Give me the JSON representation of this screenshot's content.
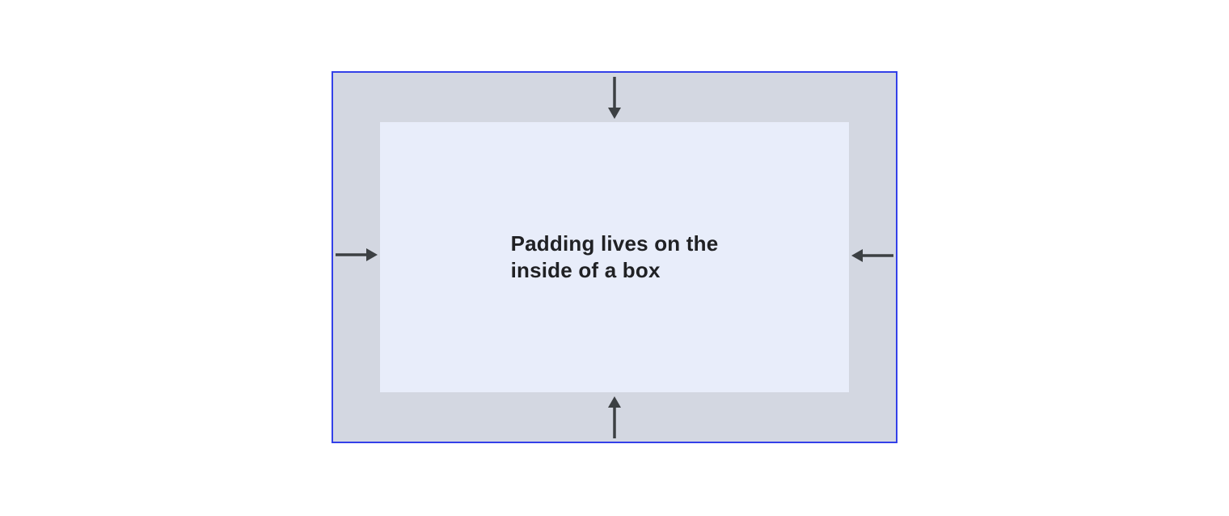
{
  "diagram": {
    "caption_line1": "Padding lives on the",
    "caption_line2": "inside of a box",
    "caption_full": "Padding lives on the inside of a box"
  },
  "icons": {
    "top": "arrow-down-icon",
    "bottom": "arrow-up-icon",
    "left": "arrow-right-icon",
    "right": "arrow-left-icon"
  },
  "colors": {
    "page_bg": "#ffffff",
    "box_border": "#3340e8",
    "padding_bg": "#d3d7e1",
    "content_bg": "#e8edfa",
    "arrow": "#3c4043",
    "text": "#202124"
  }
}
